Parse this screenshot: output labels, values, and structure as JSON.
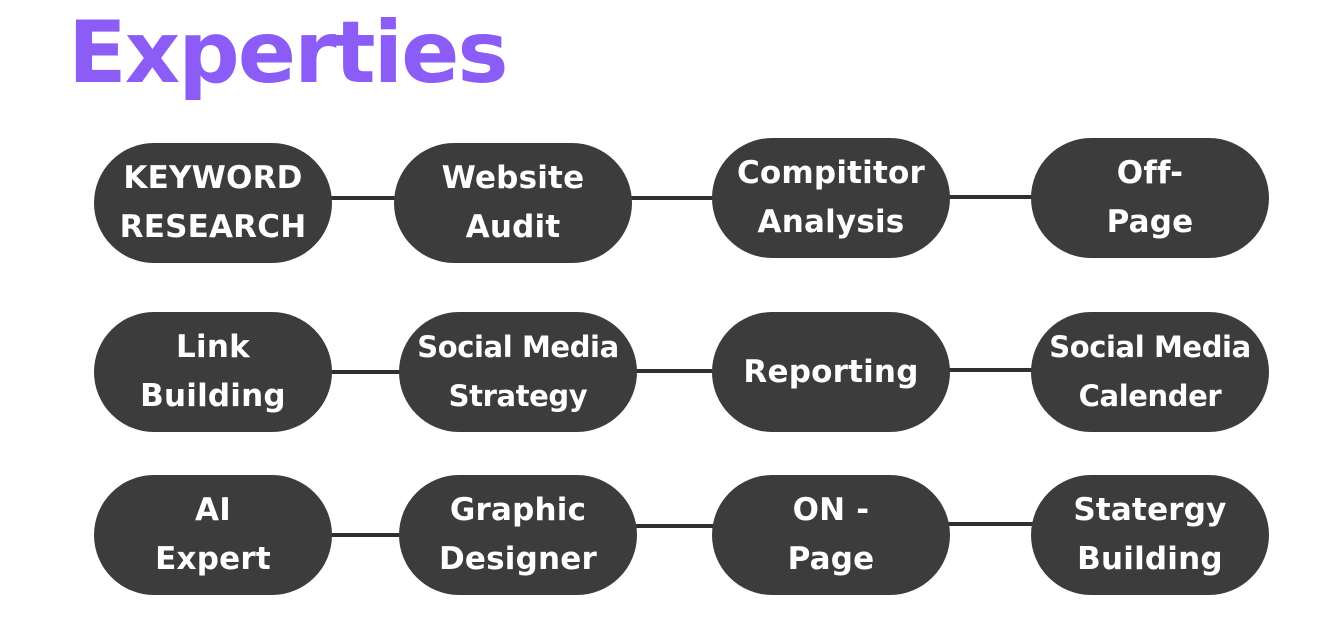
{
  "title": "Experties",
  "colors": {
    "title": "#8b5cf6",
    "node_fill": "#3c3c3c",
    "node_text": "#ffffff",
    "connector": "#2f2f2f",
    "background": "#ffffff"
  },
  "rows": [
    {
      "nodes": [
        {
          "label": "KEYWORD\nRESEARCH"
        },
        {
          "label": "Website\nAudit"
        },
        {
          "label": "Compititor\nAnalysis"
        },
        {
          "label": "Off-\nPage"
        }
      ]
    },
    {
      "nodes": [
        {
          "label": "Link\nBuilding"
        },
        {
          "label": "Social Media\nStrategy"
        },
        {
          "label": "Reporting"
        },
        {
          "label": "Social Media\nCalender"
        }
      ]
    },
    {
      "nodes": [
        {
          "label": "AI\nExpert"
        },
        {
          "label": "Graphic\nDesigner"
        },
        {
          "label": "ON -\nPage"
        },
        {
          "label": "Statergy\nBuilding"
        }
      ]
    }
  ]
}
